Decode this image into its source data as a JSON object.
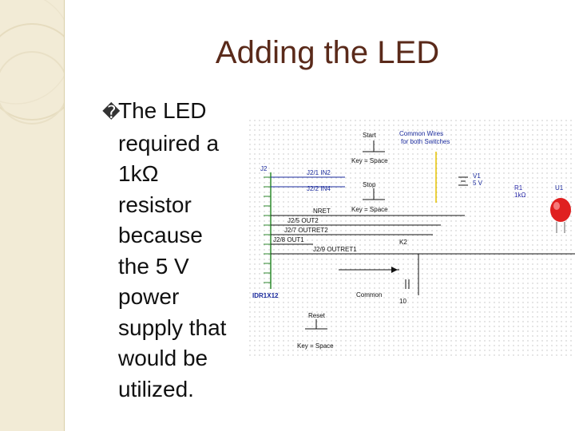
{
  "slide": {
    "title": "Adding the LED",
    "bullet_glyph": "�",
    "bullet_lines": [
      "The LED",
      "required a",
      "1kΩ",
      "resistor",
      "because",
      "the 5 V",
      "power",
      "supply that",
      "would be",
      "utilized."
    ]
  },
  "schematic": {
    "start_label": "Start",
    "start_key": "Key = Space",
    "stop_label": "Stop",
    "stop_key": "Key = Space",
    "reset_label": "Reset",
    "reset_key": "Key = Space",
    "common_wires_1": "Common Wires",
    "common_wires_2": "for both Switches",
    "v1_label": "V1",
    "v1_value": "5 V",
    "r1_label": "R1",
    "r1_value": "1kΩ",
    "u1_label": "U1",
    "j2_label": "J2",
    "k2_label": "K2",
    "common_label": "Common",
    "k2_value": "10",
    "idr_label": "IDR1X12",
    "net_labels": [
      "J2/1 IN2",
      "J2/2 IN4",
      "NRET",
      "J2/5 OUT2",
      "J2/7 OUTRET2",
      "J2/8 OUT1",
      "J2/9 OUTRET1"
    ],
    "colors": {
      "blue_wire": "#1a2a9c",
      "green_connector": "#2d8a2d",
      "yellow_wire": "#e6c200",
      "led_red": "#e02020",
      "resistor_label": "#2a2aa8"
    }
  }
}
